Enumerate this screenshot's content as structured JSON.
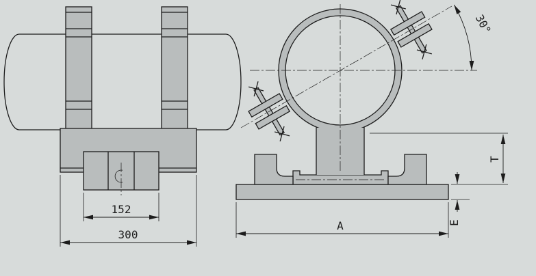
{
  "colors": {
    "bg": "#d7dbda",
    "line": "#1c1c1c",
    "fill": "#b9bdbd"
  },
  "left_view": {
    "dim_inner": "152",
    "dim_outer": "300"
  },
  "right_view": {
    "dim_angle": "30°",
    "dim_base_width": "A",
    "dim_height": "T",
    "dim_thickness": "E"
  }
}
